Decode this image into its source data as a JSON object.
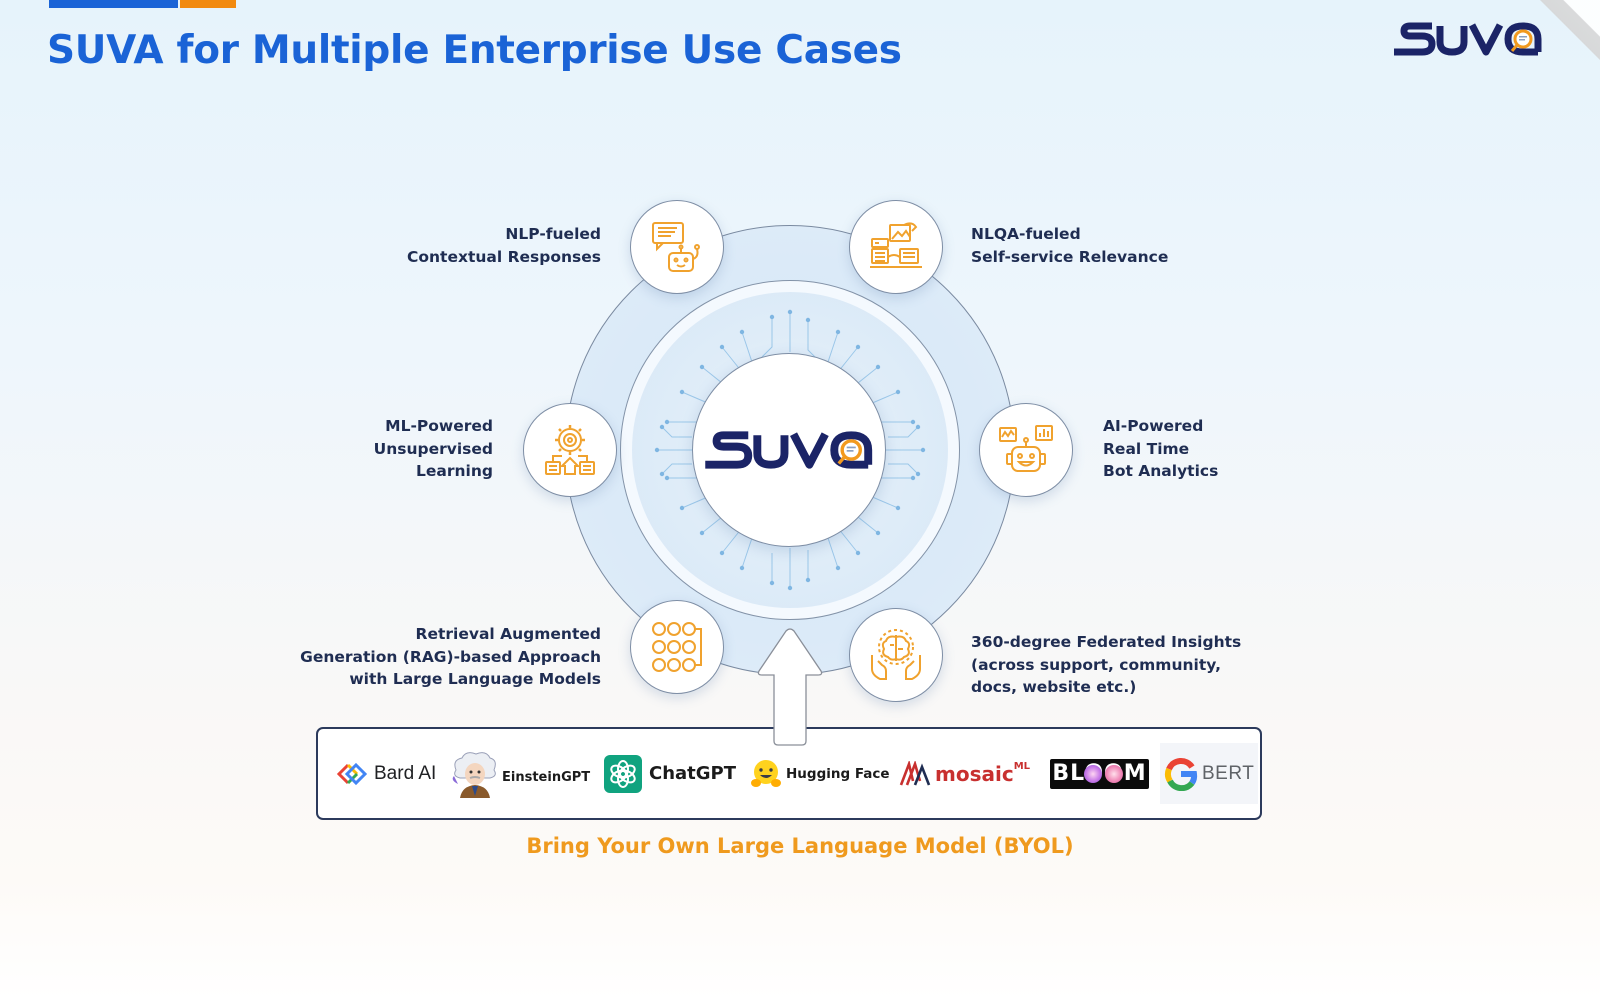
{
  "header": {
    "title": "SUVA for Multiple Enterprise Use Cases",
    "accent_colors": {
      "blue": "#1a63d6",
      "orange": "#f28a0f"
    },
    "brand_logo_text": "SUVA"
  },
  "diagram": {
    "center": {
      "label": "SUVA",
      "colors": {
        "navy": "#1b2467",
        "orange": "#f29a1f"
      }
    },
    "nodes": [
      {
        "id": "nlp",
        "icon": "chat-bot-icon",
        "lines": [
          "NLP-fueled",
          "Contextual Responses"
        ],
        "position": "top-left"
      },
      {
        "id": "nlqa",
        "icon": "self-service-docs-icon",
        "lines": [
          "NLQA-fueled",
          "Self-service Relevance"
        ],
        "position": "top-right"
      },
      {
        "id": "ml",
        "icon": "gear-network-icon",
        "lines": [
          "ML-Powered",
          "Unsupervised",
          "Learning"
        ],
        "position": "middle-left"
      },
      {
        "id": "analytics",
        "icon": "robot-analytics-icon",
        "lines": [
          "AI-Powered",
          "Real Time",
          "Bot Analytics"
        ],
        "position": "middle-right"
      },
      {
        "id": "rag",
        "icon": "neural-grid-icon",
        "lines": [
          "Retrieval Augmented",
          "Generation (RAG)-based Approach",
          "with Large Language Models"
        ],
        "position": "bottom-left"
      },
      {
        "id": "federated",
        "icon": "brain-hands-icon",
        "lines": [
          "360-degree Federated Insights",
          "(across support, community,",
          "docs, website etc.)"
        ],
        "position": "bottom-right"
      }
    ],
    "icon_color": "#f0a22e",
    "label_color": "#1f2d52"
  },
  "llm_providers": [
    {
      "name": "Bard AI",
      "icon": "bard-icon"
    },
    {
      "name": "EinsteinGPT",
      "icon": "einstein-icon"
    },
    {
      "name": "ChatGPT",
      "icon": "openai-icon"
    },
    {
      "name": "Hugging Face",
      "icon": "hugging-face-icon"
    },
    {
      "name": "mosaic",
      "superscript": "ML",
      "icon": "mosaic-icon"
    },
    {
      "name": "BLOOM",
      "icon": "bloom-icon"
    },
    {
      "name": "BERT",
      "icon": "google-g-icon"
    }
  ],
  "footer": {
    "byol_label": "Bring Your Own Large Language Model (BYOL)",
    "byol_color": "#ef9a1e"
  }
}
